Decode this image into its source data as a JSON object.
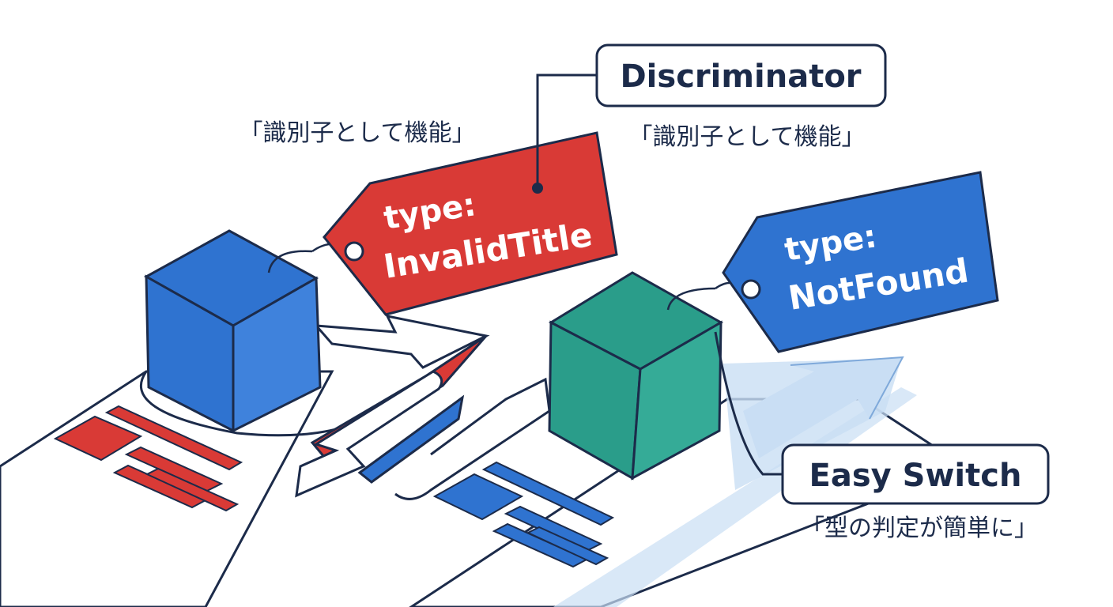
{
  "callouts": {
    "discriminator": "Discriminator",
    "discriminator_caption": "「識別子として機能」",
    "left_caption": "「識別子として機能」",
    "easy_switch": "Easy Switch",
    "easy_switch_caption": "「型の判定が簡単に」"
  },
  "tags": {
    "red": {
      "line1": "type:",
      "line2": "InvalidTitle"
    },
    "blue": {
      "line1": "type:",
      "line2": "NotFound"
    }
  },
  "colors": {
    "ink": "#1c2b4a",
    "red": "#d93a36",
    "blue": "#2f73d0",
    "teal": "#2a9d8a",
    "pale_blue": "#c9def4"
  }
}
